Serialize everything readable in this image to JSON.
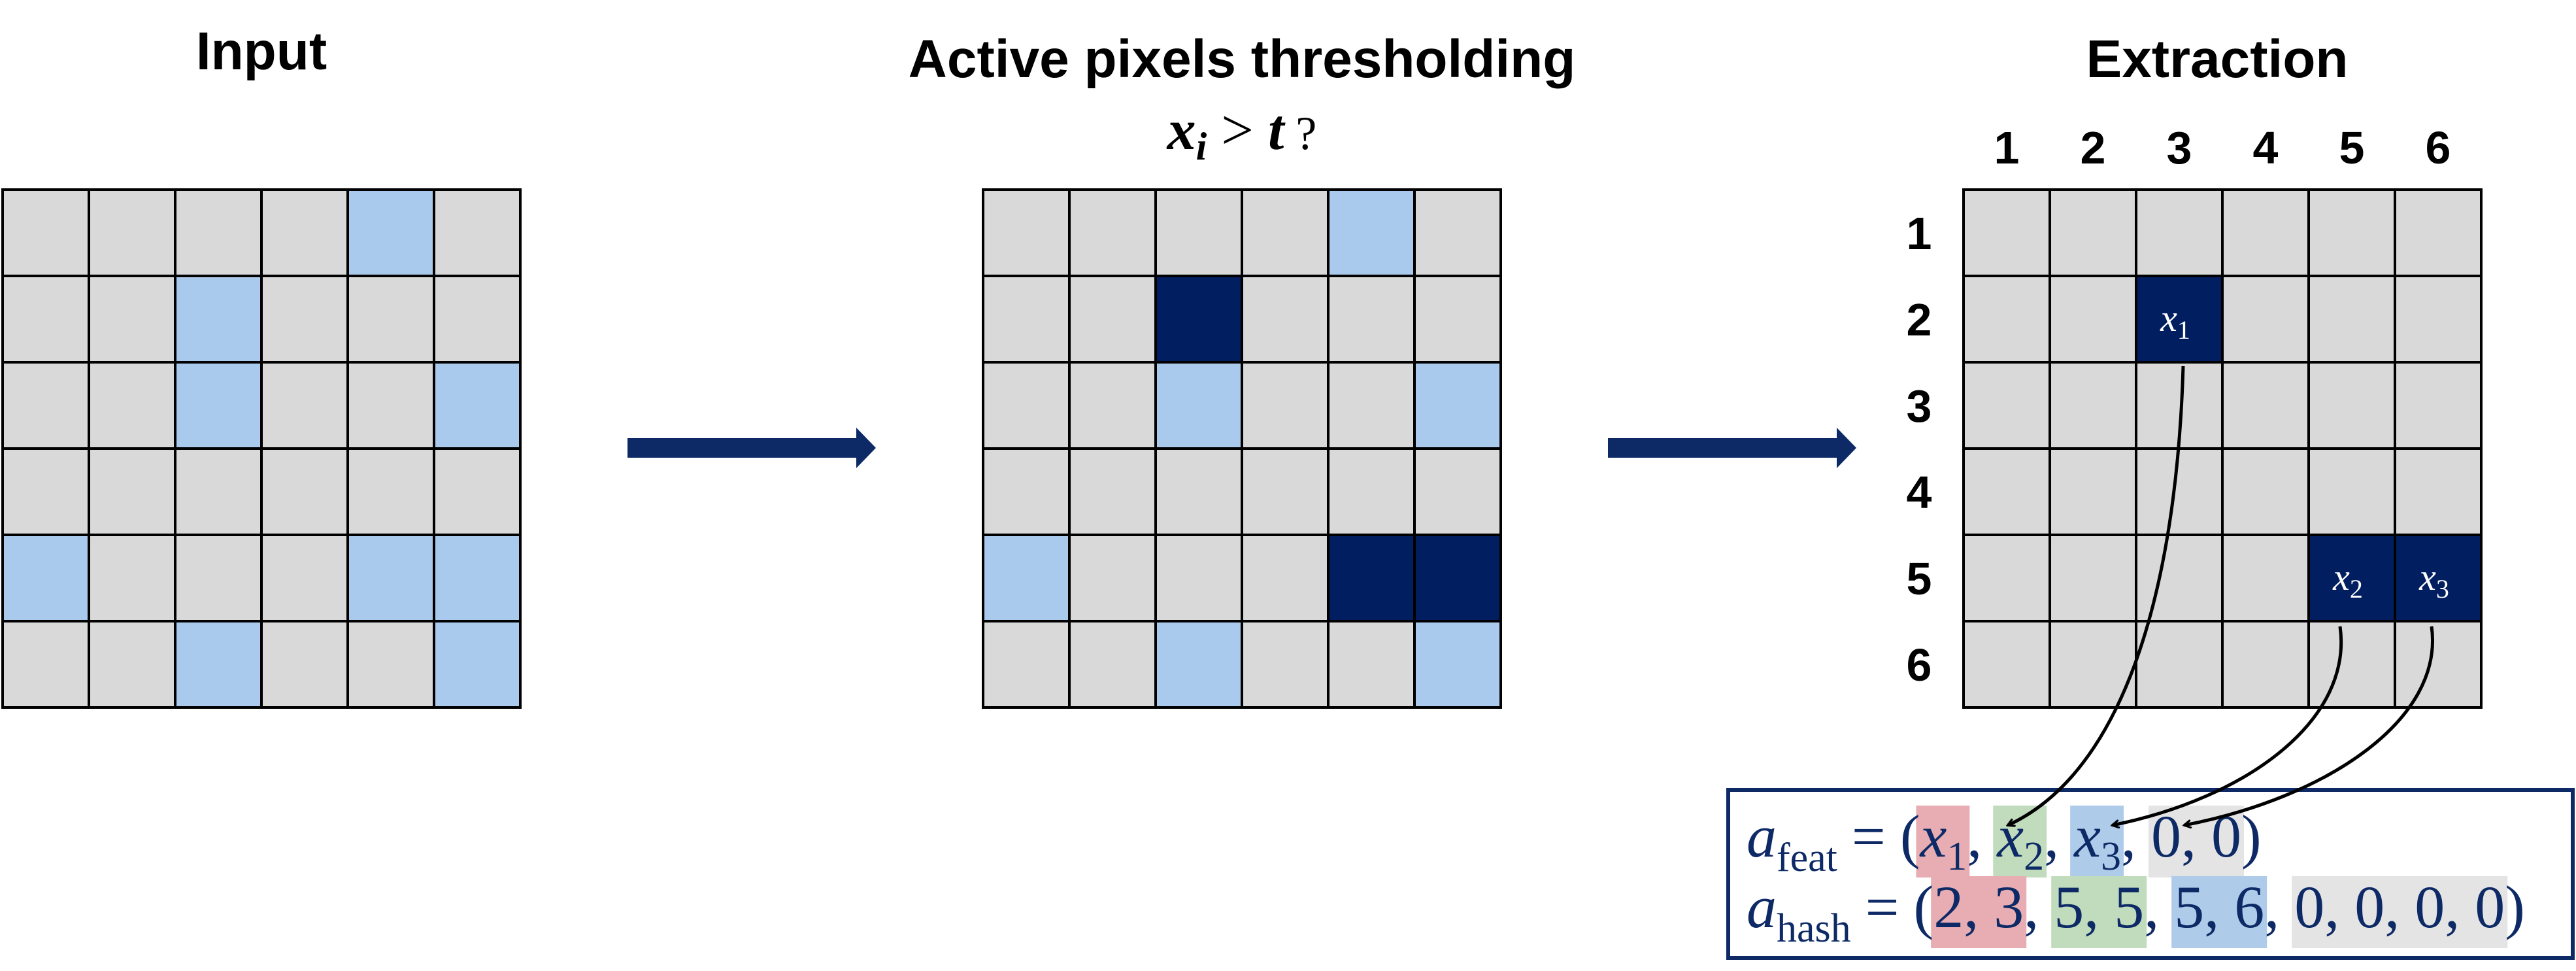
{
  "titles": {
    "input": "Input",
    "threshold": "Active pixels thresholding",
    "threshold_formula": {
      "var": "x",
      "sub": "i",
      "op": ">",
      "rhs": "t",
      "tail": "?"
    },
    "extraction": "Extraction"
  },
  "colors": {
    "inactive": "#d9d9d9",
    "candidate": "#a9caec",
    "active": "#011e60",
    "arrow": "#0d2a66",
    "border": "#000000",
    "box_border": "#0d2a66",
    "math_text": "#0d2a66",
    "hl_red": "#e8adb3",
    "hl_green": "#c0dcbc",
    "hl_blue": "#aecbea",
    "hl_gray": "#e4e4e4"
  },
  "grid_size": 6,
  "grids": {
    "input": {
      "candidate": [
        [
          1,
          5
        ],
        [
          2,
          3
        ],
        [
          3,
          3
        ],
        [
          3,
          6
        ],
        [
          5,
          1
        ],
        [
          5,
          5
        ],
        [
          5,
          6
        ],
        [
          6,
          3
        ],
        [
          6,
          6
        ]
      ],
      "active": []
    },
    "threshold": {
      "candidate": [
        [
          1,
          5
        ],
        [
          3,
          3
        ],
        [
          3,
          6
        ],
        [
          5,
          1
        ],
        [
          6,
          3
        ],
        [
          6,
          6
        ]
      ],
      "active": [
        [
          2,
          3
        ],
        [
          5,
          5
        ],
        [
          5,
          6
        ]
      ]
    },
    "extraction": {
      "candidate": [],
      "active": [
        [
          2,
          3
        ],
        [
          5,
          5
        ],
        [
          5,
          6
        ]
      ]
    }
  },
  "extraction_axes": {
    "columns": [
      "1",
      "2",
      "3",
      "4",
      "5",
      "6"
    ],
    "rows": [
      "1",
      "2",
      "3",
      "4",
      "5",
      "6"
    ]
  },
  "extracted_cells": [
    {
      "row": 2,
      "col": 3,
      "var": "x",
      "sub": "1"
    },
    {
      "row": 5,
      "col": 5,
      "var": "x",
      "sub": "2"
    },
    {
      "row": 5,
      "col": 6,
      "var": "x",
      "sub": "3"
    }
  ],
  "equations": {
    "feat": {
      "lhs_var": "a",
      "lhs_sub": "feat",
      "eq": "=",
      "open": "(",
      "close": ")",
      "items": [
        {
          "text": "x",
          "sub": "1",
          "hl": "red"
        },
        {
          "text": "x",
          "sub": "2",
          "hl": "green"
        },
        {
          "text": "x",
          "sub": "3",
          "hl": "blue"
        },
        {
          "text": "0, 0",
          "sub": "",
          "hl": "gray"
        }
      ]
    },
    "hash": {
      "lhs_var": "a",
      "lhs_sub": "hash",
      "eq": "=",
      "open": "(",
      "close": ")",
      "items": [
        {
          "text": "2, 3",
          "hl": "red"
        },
        {
          "text": "5, 5",
          "hl": "green"
        },
        {
          "text": "5, 6",
          "hl": "blue"
        },
        {
          "text": "0, 0, 0, 0",
          "hl": "gray"
        }
      ]
    }
  }
}
